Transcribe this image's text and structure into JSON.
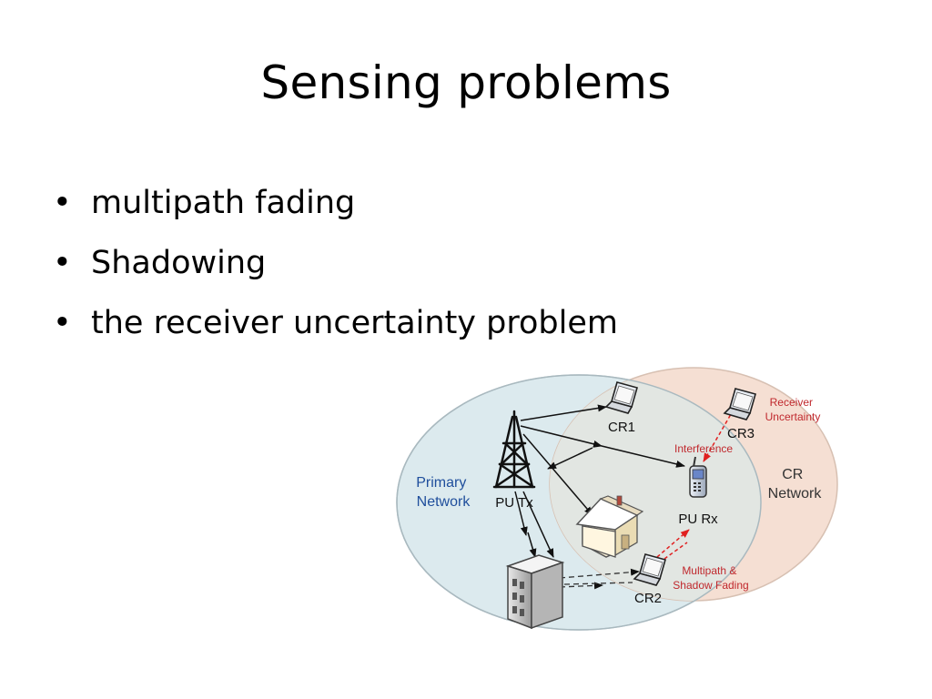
{
  "slide": {
    "title": "Sensing problems",
    "bullets": [
      "multipath fading",
      "Shadowing",
      "the receiver uncertainty problem"
    ]
  },
  "diagram": {
    "primary_network_label": [
      "Primary",
      "Network"
    ],
    "cr_network_label": [
      "CR",
      "Network"
    ],
    "pu_tx_label": "PU Tx",
    "pu_rx_label": "PU Rx",
    "cr1_label": "CR1",
    "cr2_label": "CR2",
    "cr3_label": "CR3",
    "interference_label": "Interference",
    "receiver_uncertainty_label": [
      "Receiver",
      "Uncertainty"
    ],
    "multipath_label": [
      "Multipath &",
      "Shadow Fading"
    ],
    "colors": {
      "primary_fill": "#dceaee",
      "cr_fill": "#f5dfd3",
      "overlap_fill": "#e2e6e2",
      "primary_text": "#1f4e9c",
      "red_text": "#c0282d",
      "red_arrow": "#e02020"
    }
  }
}
